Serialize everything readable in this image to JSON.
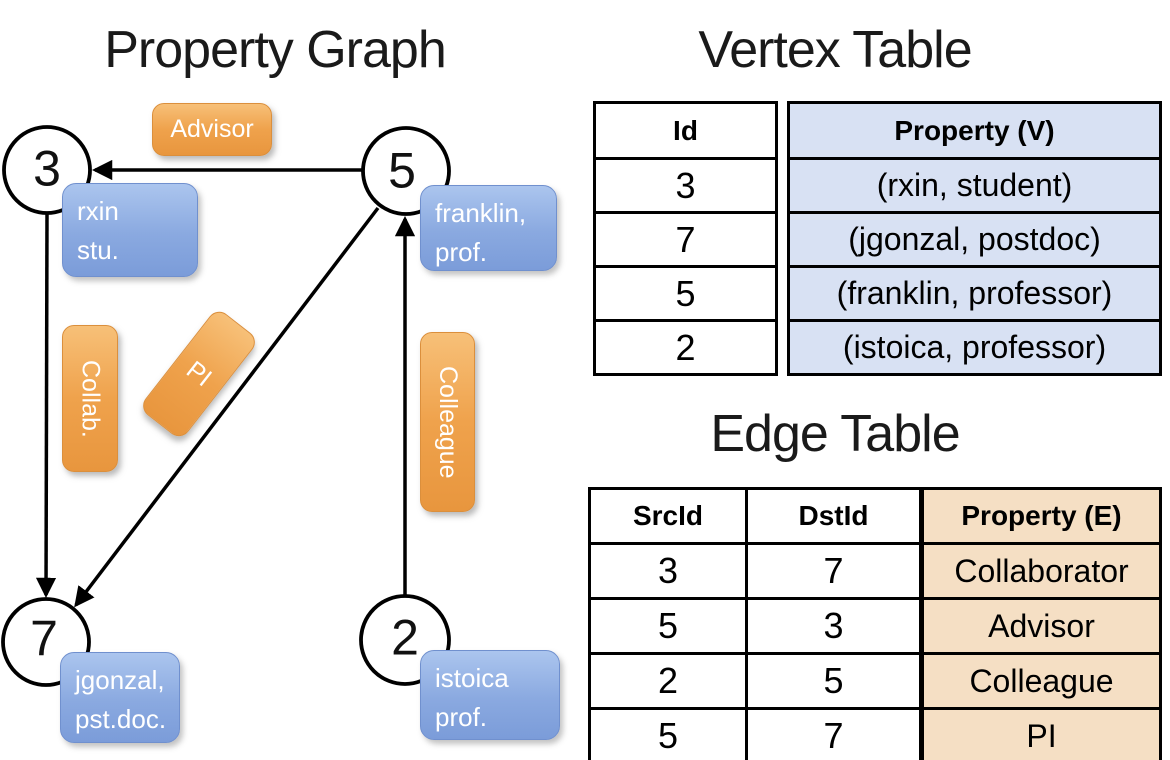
{
  "graph": {
    "title": "Property Graph",
    "vertices": [
      {
        "id": "3",
        "line1": "rxin",
        "line2": "stu."
      },
      {
        "id": "5",
        "line1": "franklin,",
        "line2": "prof."
      },
      {
        "id": "7",
        "line1": "jgonzal,",
        "line2": "pst.doc."
      },
      {
        "id": "2",
        "line1": "istoica",
        "line2": "prof."
      }
    ],
    "edge_labels": {
      "advisor": "Advisor",
      "collab": "Collab.",
      "pi": "PI",
      "colleague": "Colleague"
    }
  },
  "vertex_table": {
    "title": "Vertex Table",
    "columns": {
      "id": "Id",
      "property": "Property (V)"
    },
    "rows": [
      {
        "id": "3",
        "property": "(rxin, student)"
      },
      {
        "id": "7",
        "property": "(jgonzal, postdoc)"
      },
      {
        "id": "5",
        "property": "(franklin, professor)"
      },
      {
        "id": "2",
        "property": "(istoica, professor)"
      }
    ]
  },
  "edge_table": {
    "title": "Edge Table",
    "columns": {
      "src": "SrcId",
      "dst": "DstId",
      "property": "Property (E)"
    },
    "rows": [
      {
        "src": "3",
        "dst": "7",
        "property": "Collaborator"
      },
      {
        "src": "5",
        "dst": "3",
        "property": "Advisor"
      },
      {
        "src": "2",
        "dst": "5",
        "property": "Colleague"
      },
      {
        "src": "5",
        "dst": "7",
        "property": "PI"
      }
    ]
  },
  "colors": {
    "edge_label_orange": "#efa24c",
    "vertex_property_blue": "#8aa9e0",
    "vertex_table_cell_bg": "#d8e1f3",
    "edge_table_cell_bg": "#f5dfc4",
    "line_black": "#000000"
  }
}
